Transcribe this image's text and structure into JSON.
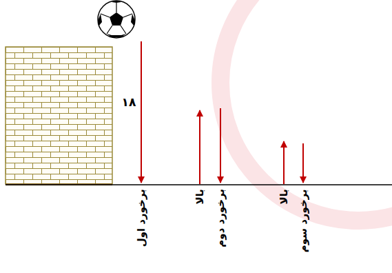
{
  "diagram": {
    "labels": [
      "۱۸",
      "برخورد اول",
      "بالا",
      "برخورد دوم",
      "بالا",
      "برخورد سوم"
    ]
  }
}
